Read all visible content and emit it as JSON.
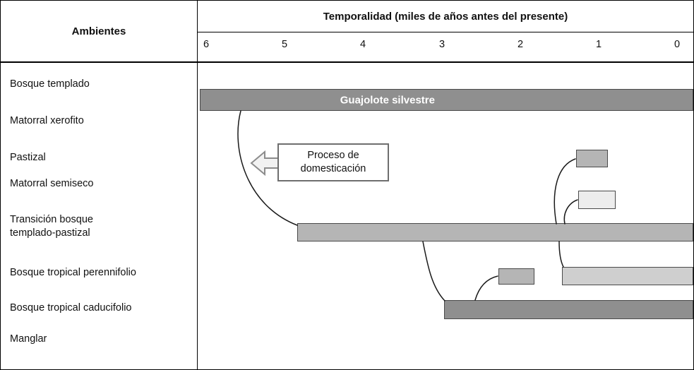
{
  "table": {
    "ambientes_header": "Ambientes",
    "temporalidad_header": "Temporalidad (miles de años antes del presente)",
    "ticks": [
      "6",
      "5",
      "4",
      "3",
      "2",
      "1",
      "0"
    ]
  },
  "environments": [
    "Bosque templado",
    "Matorral xerofito",
    "Pastizal",
    "Matorral semiseco",
    "Transición bosque templado-pastizal",
    "Bosque tropical perennifolio",
    "Bosque tropical caducifolio",
    "Manglar"
  ],
  "labels": {
    "guajolote": "Guajolote silvestre",
    "proceso": "Proceso de domesticación"
  },
  "colors": {
    "dark_bar": "#8f8f8f",
    "medium_bar": "#b5b5b5",
    "light_bar": "#cfcfcf",
    "very_light_bar": "#ededed",
    "bar_border": "#4a4a4a",
    "line": "#1a1a1a"
  },
  "chart_data": {
    "type": "bar",
    "subtype": "horizontal-timeline-gantt",
    "title": "Temporalidad (miles de años antes del presente)",
    "xlabel": "miles de años antes del presente",
    "ylabel": "Ambientes",
    "x_ticks": [
      6,
      5,
      4,
      3,
      2,
      1,
      0
    ],
    "x_range": [
      6.3,
      0
    ],
    "x_direction": "older (6 ka) at left, present (0) at right",
    "grid": false,
    "legend": "none",
    "categories": [
      "Bosque templado",
      "Matorral xerofito",
      "Pastizal",
      "Matorral semiseco",
      "Transición bosque templado-pastizal",
      "Bosque tropical perennifolio",
      "Bosque tropical caducifolio",
      "Manglar"
    ],
    "bars": [
      {
        "environment": "Bosque templado",
        "label": "Guajolote silvestre",
        "start_ka": 6.2,
        "end_ka": 0,
        "shade": "dark gray"
      },
      {
        "environment": "Pastizal",
        "label": "",
        "start_ka": 1.3,
        "end_ka": 0.9,
        "shade": "medium gray"
      },
      {
        "environment": "Matorral semiseco",
        "label": "",
        "start_ka": 1.25,
        "end_ka": 0.8,
        "shade": "very light gray"
      },
      {
        "environment": "Transición bosque templado-pastizal",
        "label": "",
        "start_ka": 4.8,
        "end_ka": 0,
        "shade": "medium gray"
      },
      {
        "environment": "Bosque tropical perennifolio",
        "label": "",
        "start_ka": 2.3,
        "end_ka": 1.8,
        "shade": "medium gray"
      },
      {
        "environment": "Bosque tropical perennifolio",
        "label": "",
        "start_ka": 1.5,
        "end_ka": 0,
        "shade": "light gray"
      },
      {
        "environment": "Bosque tropical caducifolio",
        "label": "",
        "start_ka": 3.0,
        "end_ka": 0,
        "shade": "dark gray"
      }
    ],
    "connectors": [
      {
        "from": "Guajolote silvestre bar (left end, ~5.8 ka)",
        "to": "Transición bosque templado-pastizal bar (left end, ~4.8 ka)",
        "annotation": "Proceso de domesticación"
      },
      {
        "from": "Transición bosque templado-pastizal bar (~1.55 ka)",
        "to": "Pastizal bar (1.3–0.9 ka)"
      },
      {
        "from": "Transición bosque templado-pastizal bar (~1.45 ka)",
        "to": "Matorral semiseco bar (1.25–0.8 ka)"
      },
      {
        "from": "Transición bosque templado-pastizal bar (~1.5 ka)",
        "to": "Bosque tropical perennifolio bar (1.5–0 ka)"
      },
      {
        "from": "Transición bosque templado-pastizal bar (~3.2 ka)",
        "to": "Bosque tropical caducifolio bar (left end, ~3.0 ka)"
      },
      {
        "from": "Bosque tropical caducifolio bar (~2.6 ka)",
        "to": "Bosque tropical perennifolio bar (2.3–1.8 ka)"
      }
    ],
    "annotations": [
      {
        "text": "Proceso de domesticación",
        "arrow": "outlined block arrow pointing left toward the domestication curve"
      }
    ]
  }
}
